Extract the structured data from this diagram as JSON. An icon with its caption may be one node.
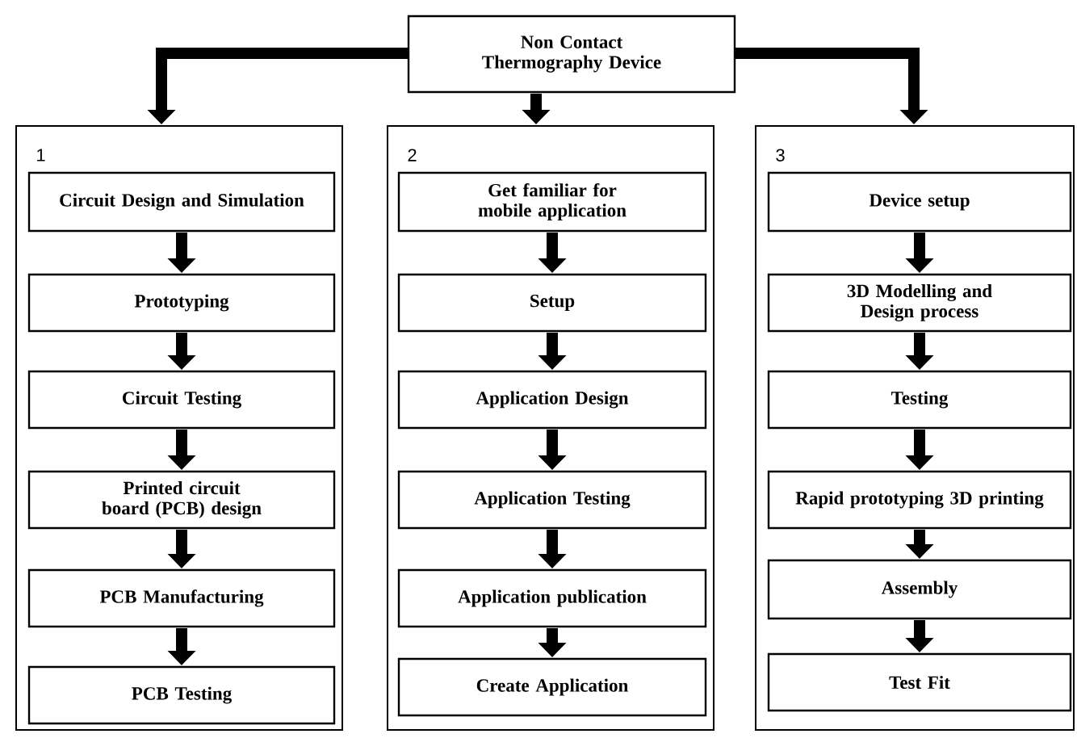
{
  "diagram": {
    "nodes": [
      {
        "text": [
          "Non Contact Thermography Device"
        ]
      },
      {
        "text": [
          "1"
        ]
      },
      {
        "text": [
          "Circuit Design and Simulation"
        ],
        "in": 1
      },
      {
        "text": [
          "Prototyping"
        ],
        "in": 1
      },
      {
        "text": [
          "Circuit Testing"
        ],
        "in": 1
      },
      {
        "text": [
          "Printed circuit board (PCB) design"
        ],
        "in": 1
      },
      {
        "text": [
          "PCB Manufacturing"
        ],
        "in": 1
      },
      {
        "text": [
          "PCB Testing"
        ],
        "in": 1
      },
      {
        "text": [
          "2"
        ]
      },
      {
        "text": [
          "Get familiar for mobile application"
        ],
        "in": 8
      },
      {
        "text": [
          "Setup"
        ],
        "in": 8
      },
      {
        "text": [
          "Application Design"
        ],
        "in": 8
      },
      {
        "text": [
          "Application Testing"
        ],
        "in": 8
      },
      {
        "text": [
          "Application publication"
        ],
        "in": 8
      },
      {
        "text": [
          "Create Application"
        ],
        "in": 8
      },
      {
        "text": [
          "3"
        ]
      },
      {
        "text": [
          "Device setup"
        ],
        "in": 15
      },
      {
        "text": [
          "3D Modelling and Design process"
        ],
        "in": 15
      },
      {
        "text": [
          "Testing"
        ],
        "in": 15
      },
      {
        "text": [
          "Rapid prototyping 3D printing"
        ],
        "in": 15
      },
      {
        "text": [
          "Assembly"
        ],
        "in": 15
      },
      {
        "text": [
          "Test Fit"
        ],
        "in": 15
      }
    ],
    "edges": [
      {
        "from": 0,
        "to": 1,
        "arrow": "to"
      },
      {
        "from": 0,
        "to": 8,
        "arrow": "to"
      },
      {
        "from": 0,
        "to": 15,
        "arrow": "to"
      },
      {
        "from": 2,
        "to": 3,
        "arrow": "to"
      },
      {
        "from": 3,
        "to": 4,
        "arrow": "to"
      },
      {
        "from": 4,
        "to": 5,
        "arrow": "to"
      },
      {
        "from": 5,
        "to": 6,
        "arrow": "to"
      },
      {
        "from": 6,
        "to": 7,
        "arrow": "to"
      },
      {
        "from": 9,
        "to": 10,
        "arrow": "to"
      },
      {
        "from": 10,
        "to": 11,
        "arrow": "to"
      },
      {
        "from": 11,
        "to": 12,
        "arrow": "to"
      },
      {
        "from": 12,
        "to": 13,
        "arrow": "to"
      },
      {
        "from": 13,
        "to": 14,
        "arrow": "to"
      },
      {
        "from": 16,
        "to": 17,
        "arrow": "to"
      },
      {
        "from": 17,
        "to": 18,
        "arrow": "to"
      },
      {
        "from": 18,
        "to": 19,
        "arrow": "to"
      },
      {
        "from": 19,
        "to": 20,
        "arrow": "to"
      },
      {
        "from": 20,
        "to": 21,
        "arrow": "to"
      }
    ]
  }
}
